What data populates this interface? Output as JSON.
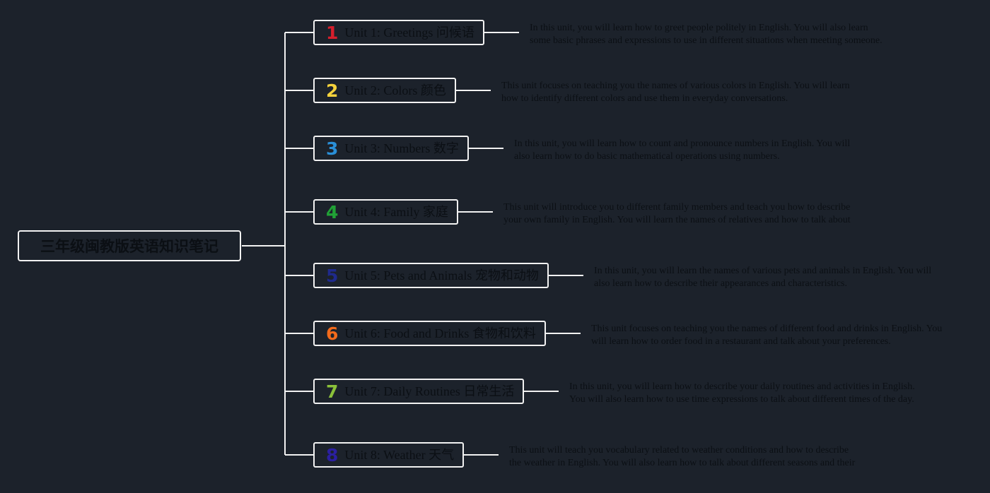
{
  "root": {
    "title": "三年级闽教版英语知识笔记"
  },
  "units": [
    {
      "number": "1",
      "color": "#d61f2c",
      "label": "Unit 1: Greetings 问候语",
      "description": "In this unit, you will learn how to greet people politely in English. You will also learn some basic phrases and expressions to use in different situations when meeting someone."
    },
    {
      "number": "2",
      "color": "#f5d23c",
      "label": "Unit 2: Colors 颜色",
      "description": "This unit focuses on teaching you the names of various colors in English. You will learn how to identify different colors and use them in everyday conversations."
    },
    {
      "number": "3",
      "color": "#2a8fd8",
      "label": "Unit 3: Numbers 数字",
      "description": "In this unit, you will learn how to count and pronounce numbers in English. You will also learn how to do basic mathematical operations using numbers."
    },
    {
      "number": "4",
      "color": "#21a236",
      "label": "Unit 4: Family 家庭",
      "description": "This unit will introduce you to different family members and teach you how to describe your own family in English. You will learn the names of relatives and how to talk about family relationships."
    },
    {
      "number": "5",
      "color": "#1f2a8c",
      "label": "Unit 5: Pets and Animals 宠物和动物",
      "description": "In this unit, you will learn the names of various pets and animals in English. You will also learn how to describe their appearances and characteristics."
    },
    {
      "number": "6",
      "color": "#f26a1b",
      "label": "Unit 6: Food and Drinks 食物和饮料",
      "description": "This unit focuses on teaching you the names of different food and drinks in English. You will learn how to order food in a restaurant and talk about your preferences."
    },
    {
      "number": "7",
      "color": "#8bc13a",
      "label": "Unit 7: Daily Routines 日常生活",
      "description": "In this unit, you will learn how to describe your daily routines and activities in English. You will also learn how to use time expressions to talk about different times of the day."
    },
    {
      "number": "8",
      "color": "#2b1fa0",
      "label": "Unit 8: Weather 天气",
      "description": "This unit will teach you vocabulary related to weather conditions and how to describe the weather in English. You will also learn how to talk about different seasons and their characteristics."
    }
  ]
}
